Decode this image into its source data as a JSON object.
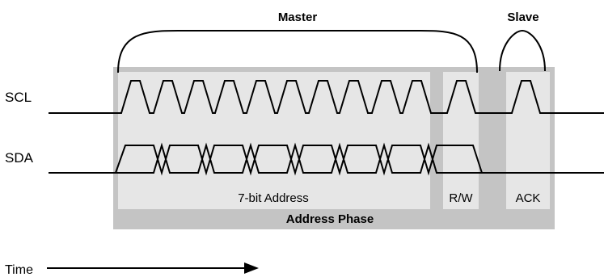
{
  "headers": {
    "master": "Master",
    "slave": "Slave"
  },
  "signals": {
    "scl": "SCL",
    "sda": "SDA"
  },
  "fields": {
    "address": "7-bit Address",
    "rw": "R/W",
    "ack": "ACK"
  },
  "phase_label": "Address Phase",
  "time_label": "Time",
  "colors": {
    "outer_box": "#c4c4c4",
    "field_box": "#e6e6e6",
    "ack_column": "#e6e6e6",
    "line": "#000000"
  },
  "bits": {
    "address_bits": 7,
    "rw_bits": 1,
    "ack_bits": 1
  }
}
